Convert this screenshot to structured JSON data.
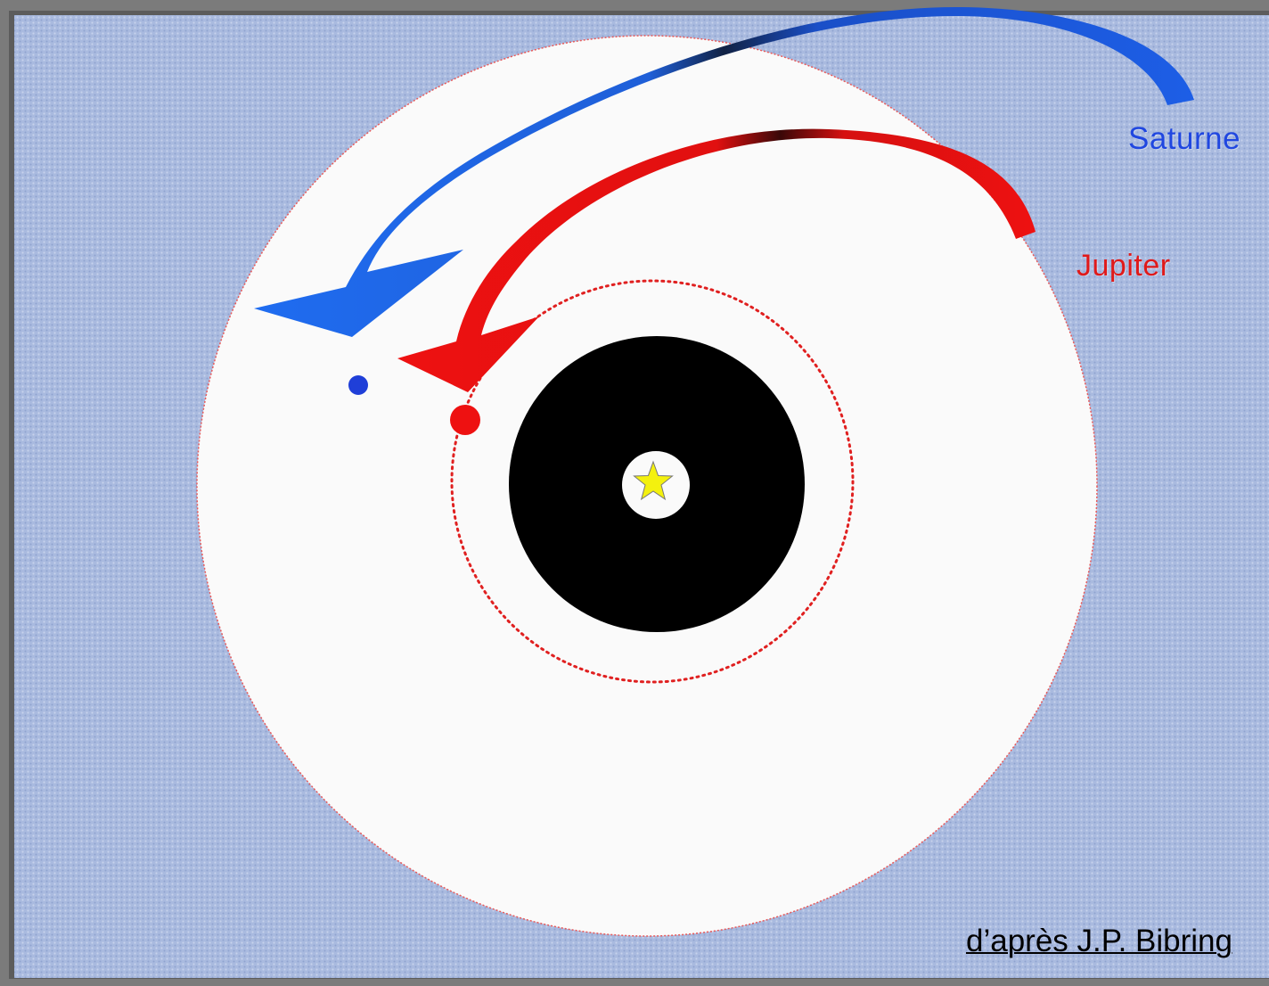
{
  "labels": {
    "saturn": "Saturne",
    "jupiter": "Jupiter",
    "credit": "d’après J.P. Bibring"
  },
  "colors": {
    "background": "#a7b8dc",
    "disk": "#fafafa",
    "inner_void": "#000000",
    "star": "#f4f10e",
    "saturn": "#1f6fe8",
    "jupiter": "#ee1111",
    "orbit_dots": "#e02020"
  },
  "icons": {
    "star": "star-icon"
  }
}
